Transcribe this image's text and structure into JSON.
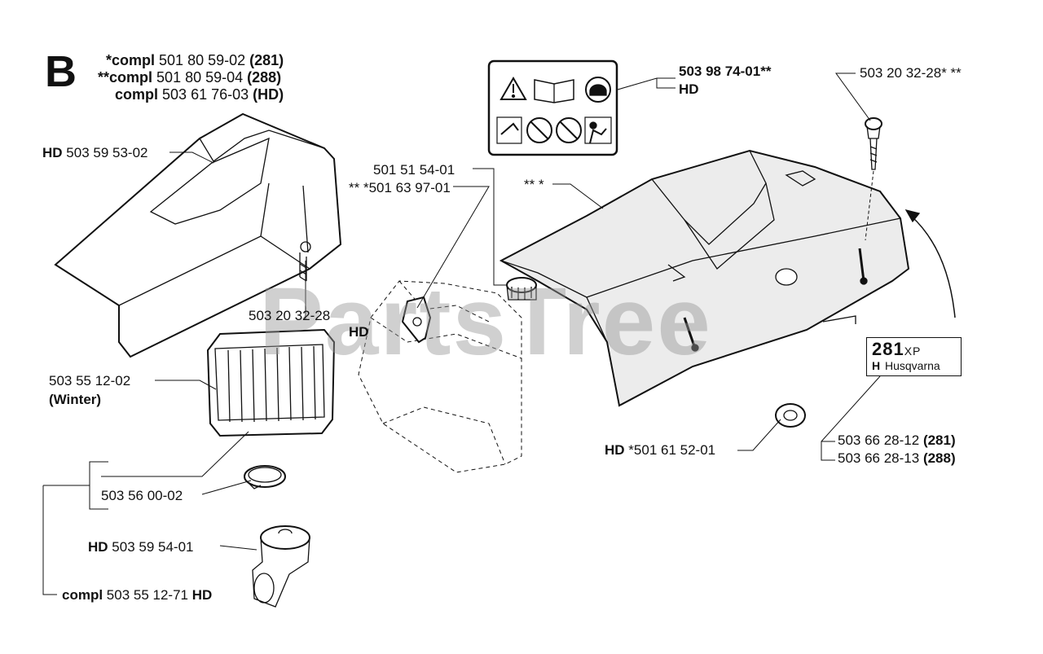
{
  "section": "B",
  "watermark": "PartsTree",
  "kits": [
    {
      "prefix": "*compl",
      "number": "501 80 59-02",
      "suffix": "(281)"
    },
    {
      "prefix": "**compl",
      "number": "501 80 59-04",
      "suffix": "(288)"
    },
    {
      "prefix": "compl",
      "number": "503 61 76-03",
      "suffix": "(HD)"
    }
  ],
  "labels": {
    "cover_hd_prefix": "HD",
    "cover_hd_number": "503 59 53-02",
    "screw_left": "503 20 32-28",
    "screw_left_hd": "HD",
    "filter_number": "503 55 12-02",
    "filter_note": "(Winter)",
    "clamp_number": "503 56 00-02",
    "adapter_prefix": "HD",
    "adapter_number": "503 59 54-01",
    "compl_prefix": "compl",
    "compl_number": "503 55 12-71",
    "compl_suffix": "HD",
    "knob_1": "501 51 54-01",
    "knob_2": "** *501 63 97-01",
    "cover_main": "** *",
    "decal_number": "503 98 74-01**",
    "decal_hd": "HD",
    "screw_right": "503 20 32-28* **",
    "grommet_prefix": "HD",
    "grommet_number": "*501 61 52-01",
    "badge_1_number": "503 66 28-12",
    "badge_1_suffix": "(281)",
    "badge_2_number": "503 66 28-13",
    "badge_2_suffix": "(288)"
  },
  "badge": {
    "model_main": "281",
    "model_sub": "XP",
    "logo_mark": "H",
    "brand": "Husqvarna"
  },
  "icons": [
    "warning-triangle-icon",
    "manual-book-icon",
    "helmet-icon",
    "kickback-icon",
    "no-one-hand-icon",
    "no-tip-contact-icon",
    "protective-gear-icon"
  ]
}
